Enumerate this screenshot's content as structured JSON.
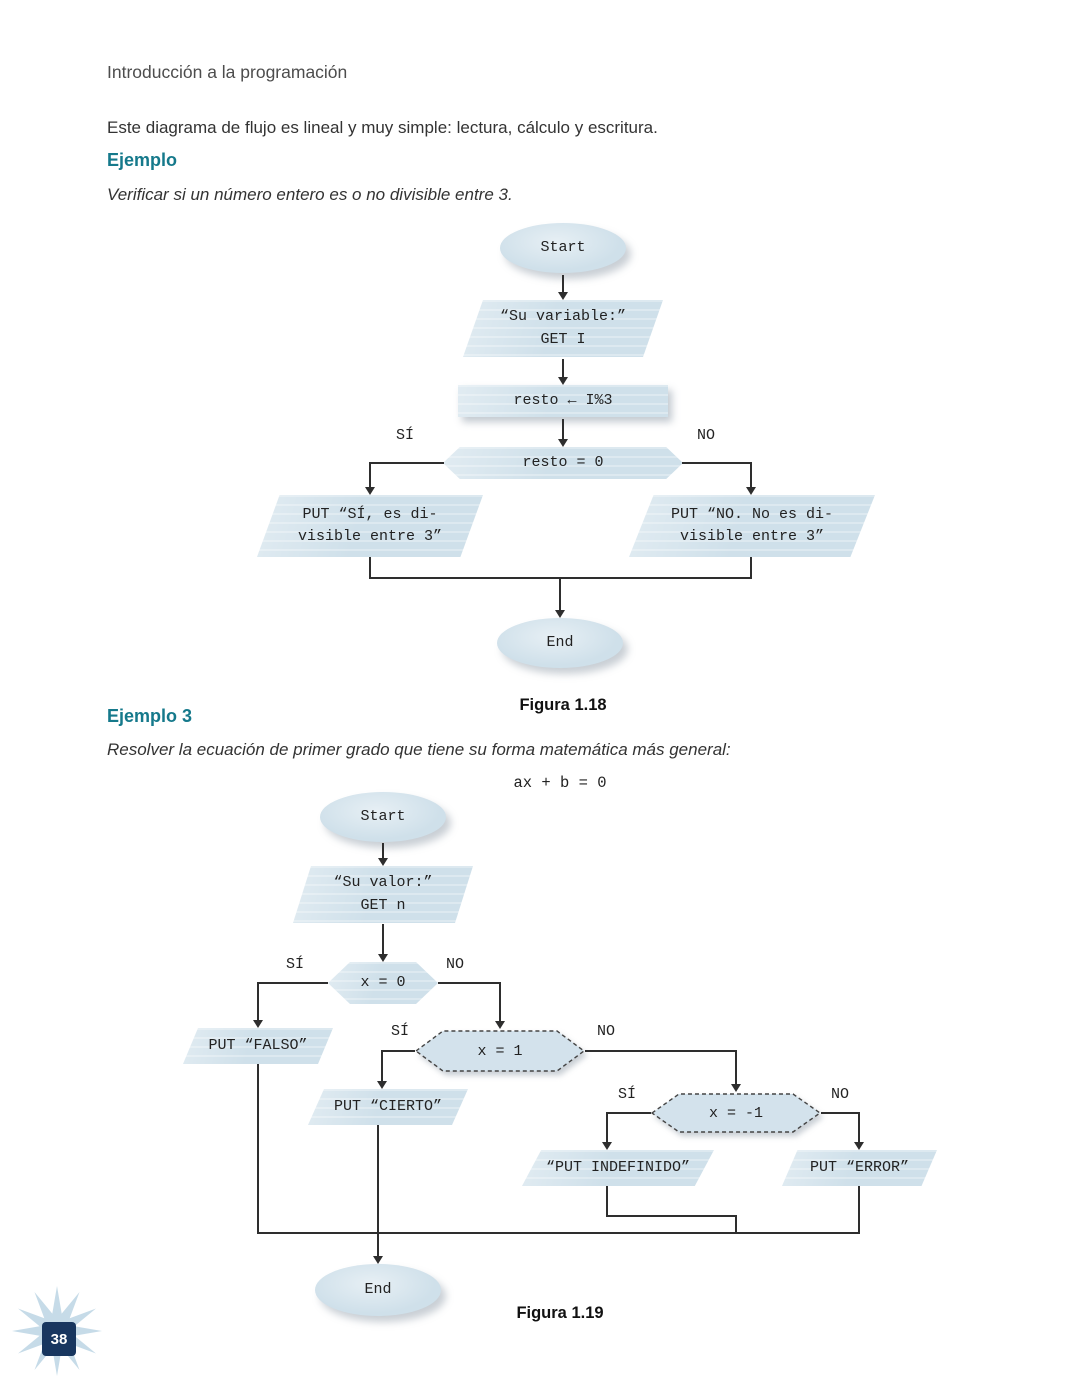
{
  "page": {
    "header": "Introducción a la programación",
    "intro": "Este diagrama de flujo es lineal y muy simple: lectura, cálculo y escritura.",
    "example1_heading": "Ejemplo",
    "example1_caption": "Verificar si un número entero es o no divisible entre 3.",
    "example3_heading": "Ejemplo 3",
    "example3_caption": "Resolver la ecuación de primer grado que tiene su forma matemática más general:",
    "page_number": "38"
  },
  "fig1": {
    "caption": "Figura 1.18",
    "start": "Start",
    "input": {
      "line1": "“Su variable:”",
      "line2": "GET I"
    },
    "process": "resto ← I%3",
    "decision": "resto = 0",
    "si": "SÍ",
    "no": "NO",
    "out_yes": {
      "line1": "PUT “SÍ, es di-",
      "line2": "visible entre 3”"
    },
    "out_no": {
      "line1": "PUT “NO. No es di-",
      "line2": "visible entre 3”"
    },
    "end": "End"
  },
  "fig2": {
    "caption": "Figura 1.19",
    "equation": "ax + b = 0",
    "start": "Start",
    "input": {
      "line1": "“Su valor:”",
      "line2": "GET n"
    },
    "dec1": "x = 0",
    "dec2": "x = 1",
    "dec3": "x = -1",
    "si": "SÍ",
    "no": "NO",
    "out_falso": "PUT “FALSO”",
    "out_cierto": "PUT “CIERTO”",
    "out_indefinido": "“PUT INDEFINIDO”",
    "out_error": "PUT “ERROR”",
    "end": "End"
  },
  "colors": {
    "shape_fill": "#cfe0ea",
    "accent_teal": "#15798b",
    "line": "#2e2e2e",
    "badge_navy": "#18365f"
  }
}
